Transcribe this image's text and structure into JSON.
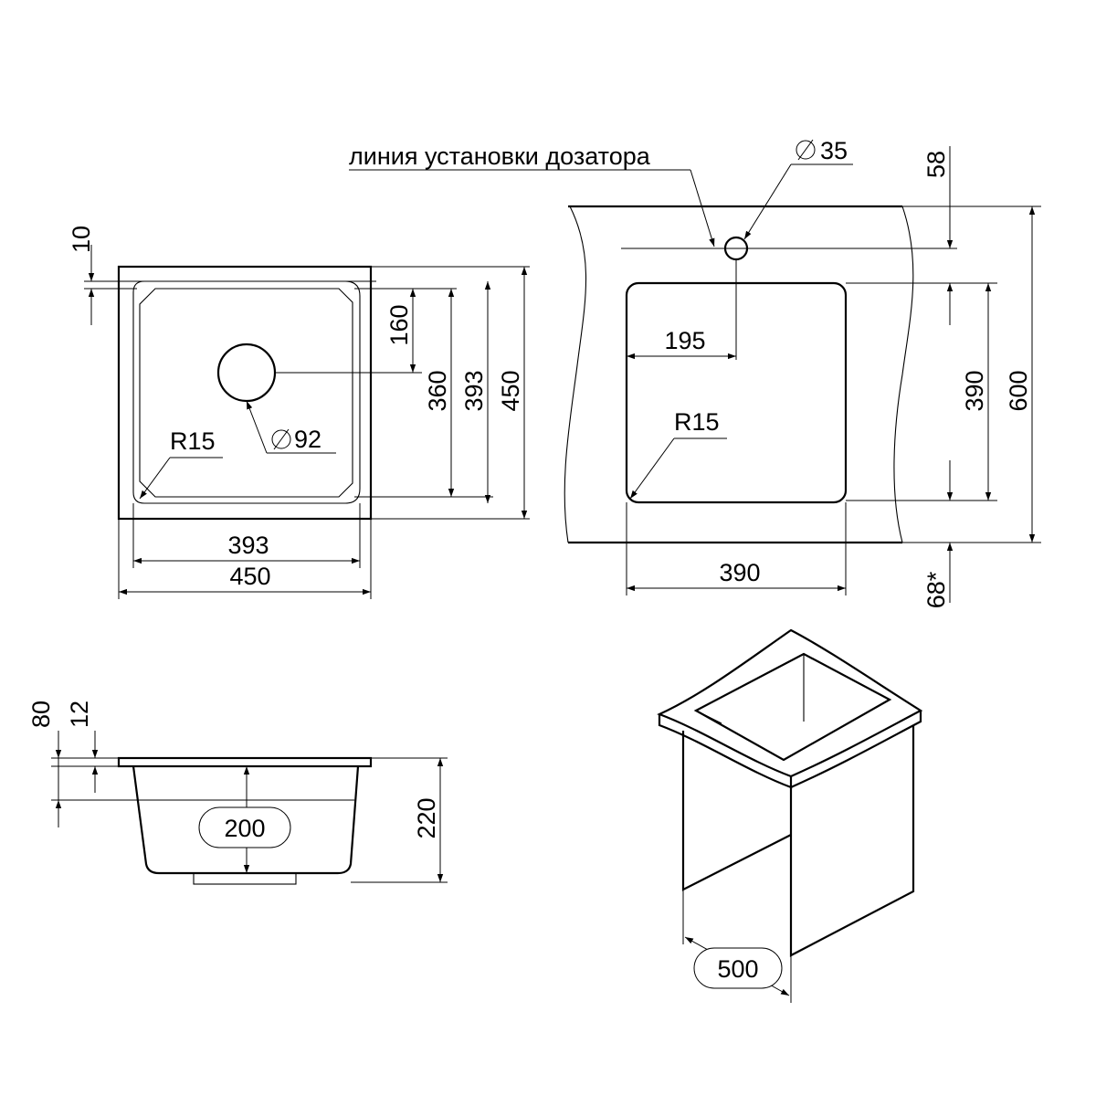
{
  "labels": {
    "dispenser_line": "линия установки дозатора",
    "dia_35": "35",
    "dia_92": "92",
    "r15_top": "R15",
    "r15_cut": "R15",
    "d10": "10",
    "d160": "160",
    "d360": "360",
    "d393_v": "393",
    "d450_v": "450",
    "d393_h": "393",
    "d450_h": "450",
    "d58": "58",
    "d195": "195",
    "d390_v": "390",
    "d600": "600",
    "d390_h": "390",
    "d68": "68*",
    "d80": "80",
    "d12": "12",
    "d200": "200",
    "d220": "220",
    "d500": "500"
  }
}
